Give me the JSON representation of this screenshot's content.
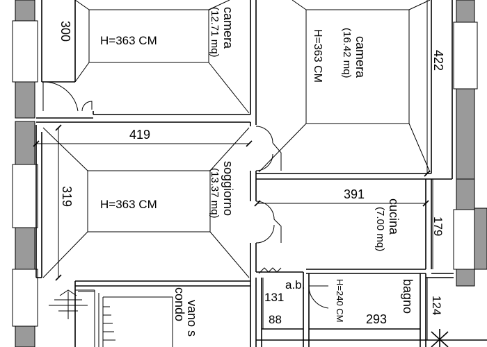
{
  "rooms": {
    "camera1": {
      "name": "camera",
      "area": "(12.71 mq)",
      "height": "H=363 CM",
      "dim": "300"
    },
    "camera2": {
      "name": "camera",
      "area": "(16.42 mq)",
      "height": "H=363 CM",
      "dim": "422"
    },
    "soggiorno": {
      "name": "soggiorno",
      "area": "(13.37 mq)",
      "height": "H=363 CM",
      "dim_width": "419",
      "dim_depth": "319"
    },
    "cucina": {
      "name": "cucina",
      "area": "(7.00 mq)",
      "dim_width": "391",
      "dim_depth": "179"
    },
    "bagno": {
      "name": "bagno",
      "height": "H=240 CM",
      "dim_width": "293",
      "dim_depth": "124"
    },
    "ab": {
      "name": "a.b.",
      "dim_depth": "131",
      "dim_width": "88"
    },
    "vano_scala": {
      "line1": "vano s",
      "line2": "condo"
    }
  }
}
